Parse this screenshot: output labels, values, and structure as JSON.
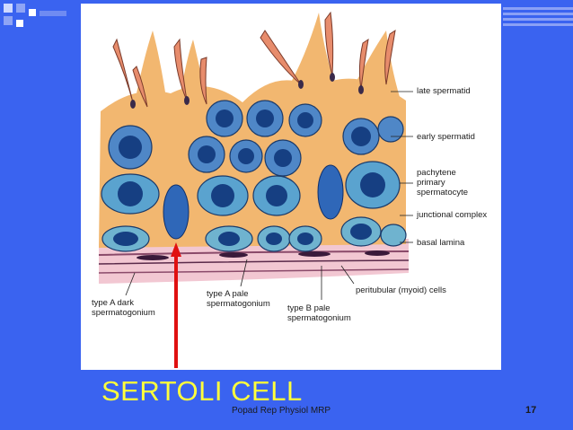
{
  "slide": {
    "colors": {
      "background": "#3a63f0",
      "caption": "#ffff3c",
      "arrow": "#e01010"
    },
    "caption": "SERTOLI CELL",
    "footer": "Popad Rep Physiol MRP",
    "slide_number": "17"
  },
  "figure": {
    "labels": {
      "late_spermatid": "late spermatid",
      "early_spermatid": "early spermatid",
      "pachytene": "pachytene\nprimary\nspermatocyte",
      "junctional_complex": "junctional complex",
      "basal_lamina": "basal lamina",
      "peritubular": "peritubular (myoid) cells",
      "type_a_dark": "type A dark\nspermatogonium",
      "type_a_pale": "type A pale\nspermatogonium",
      "type_b_pale": "type B pale\nspermatogonium"
    },
    "colors": {
      "sertoli": "#f2b770",
      "cell": "#4f87c7",
      "nucleus": "#163f82",
      "lamina": "#f2c7d2",
      "spermatid_head": "#e78c6c"
    }
  }
}
